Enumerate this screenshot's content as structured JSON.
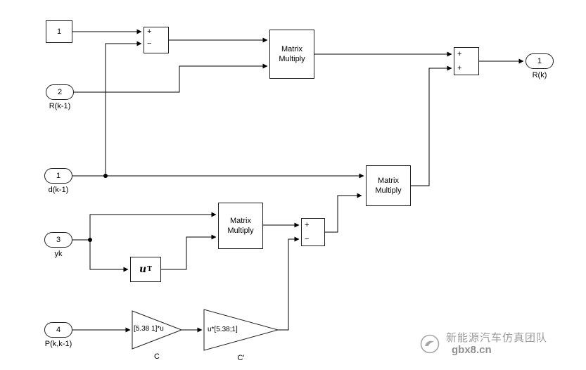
{
  "diagram": {
    "constant": {
      "value": "1"
    },
    "ports": {
      "in_d": {
        "number": "1",
        "label": "d(k-1)"
      },
      "in_R": {
        "number": "2",
        "label": "R(k-1)"
      },
      "in_y": {
        "number": "3",
        "label": "yk"
      },
      "in_P": {
        "number": "4",
        "label": "P(k,k-1)"
      },
      "out_R": {
        "number": "1",
        "label": "R(k)"
      }
    },
    "sums": {
      "top": {
        "s1": "+",
        "s2": "−"
      },
      "output": {
        "s1": "+",
        "s2": "+"
      },
      "error": {
        "s1": "+",
        "s2": "−"
      }
    },
    "matmul": {
      "label": "Matrix Multiply"
    },
    "transpose": {
      "base": "u",
      "sup": "T"
    },
    "gains": {
      "c": {
        "expr": "[5.38  1]*u",
        "label": "C"
      },
      "ct": {
        "expr": "u*[5.38;1]",
        "label": "C'"
      }
    },
    "watermark": {
      "team": "新能源汽车仿真团队",
      "site": "gbx8.cn"
    },
    "colors": {
      "wire": "#000000",
      "block_border": "#1f1f1f",
      "watermark_gray": "#9c9c9c"
    }
  }
}
